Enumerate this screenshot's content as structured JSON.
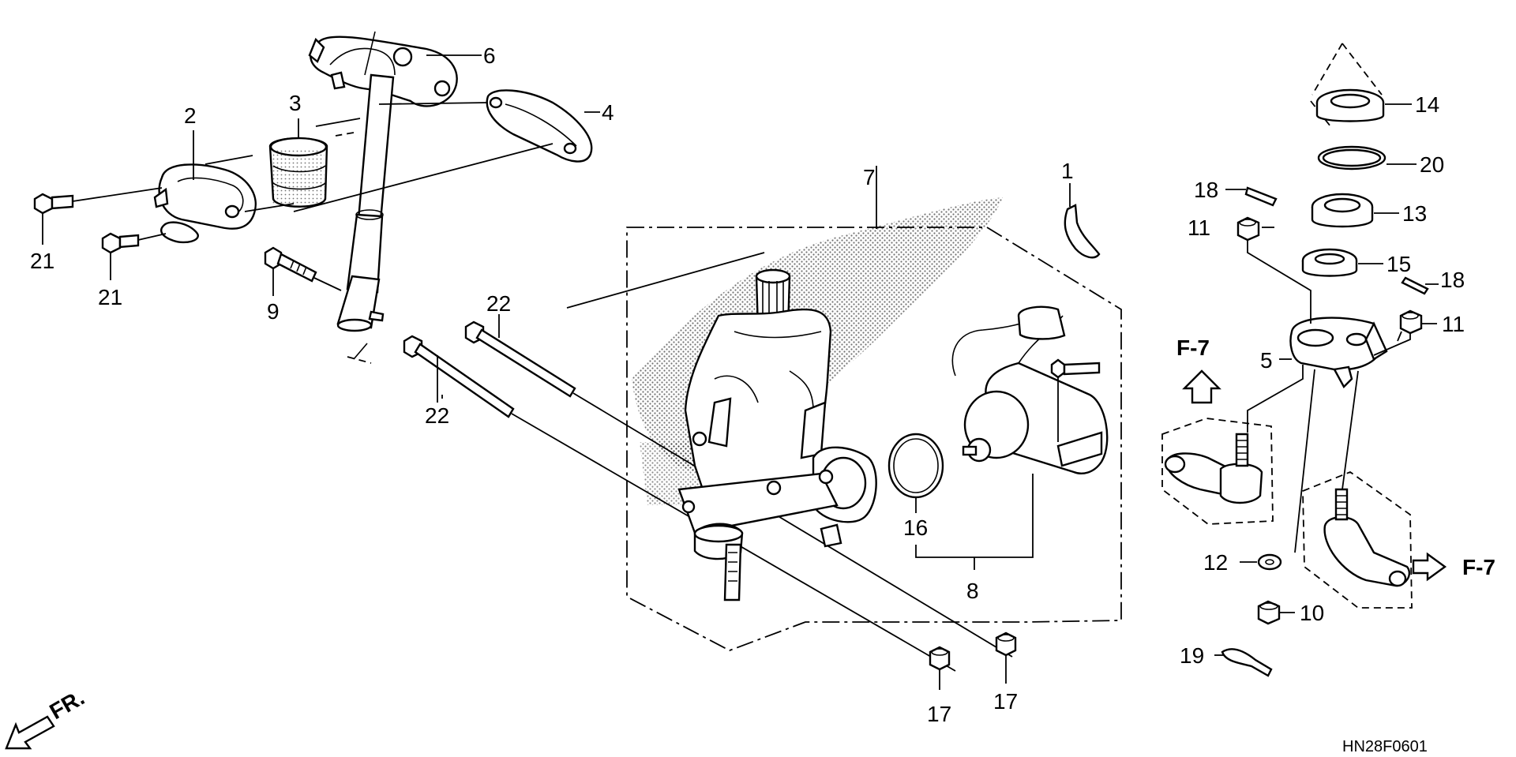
{
  "diagram_code": "HN28F0601",
  "front_label": "FR.",
  "reference_labels": [
    "F-7",
    "F-7"
  ],
  "callouts": {
    "c1": "1",
    "c2": "2",
    "c3": "3",
    "c4": "4",
    "c5": "5",
    "c6": "6",
    "c7": "7",
    "c8": "8",
    "c9": "9",
    "c10": "10",
    "c11a": "11",
    "c11b": "11",
    "c12": "12",
    "c13": "13",
    "c14": "14",
    "c15": "15",
    "c16": "16",
    "c17a": "17",
    "c17b": "17",
    "c18a": "18",
    "c18b": "18",
    "c19": "19",
    "c20": "20",
    "c21a": "21",
    "c21b": "21",
    "c22a": "22",
    "c22b": "22"
  }
}
